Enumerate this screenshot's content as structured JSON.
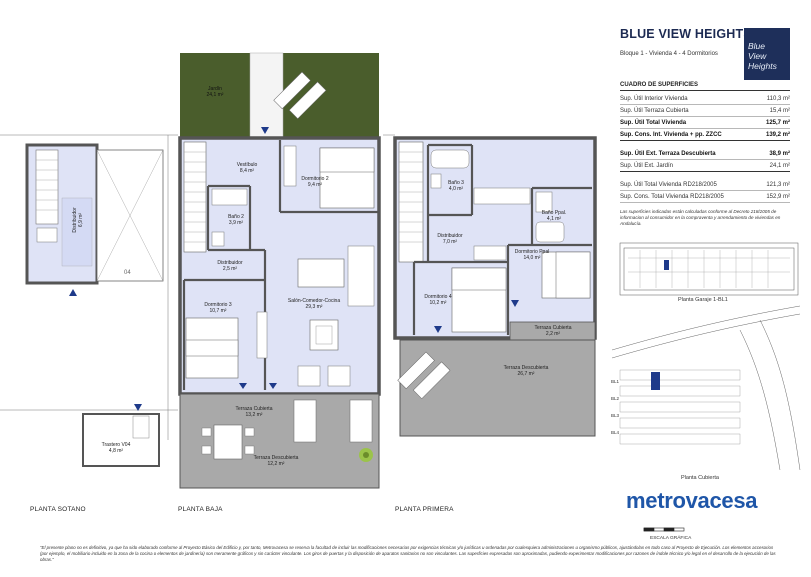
{
  "header": {
    "title": "BLUE VIEW HEIGHTS",
    "subtitle": "Bloque 1 - Vivienda 4 - 4 Dormitorios",
    "logo_lines": [
      "Blue",
      "View",
      "Heights"
    ]
  },
  "surfaces": {
    "heading": "CUADRO DE SUPERFICIES",
    "rows": [
      {
        "label": "Sup. Útil Interior Vivienda",
        "value": "110,3 m²"
      },
      {
        "label": "Sup. Útil Terraza Cubierta",
        "value": "15,4 m²"
      },
      {
        "label": "Sup. Útil Total Vivienda",
        "value": "125,7 m²"
      },
      {
        "label": "Sup. Cons. Int. Vivienda + pp. ZZCC",
        "value": "139,2 m²"
      },
      {
        "label": "Sup. Útil Ext. Terraza Descubierta",
        "value": "38,9 m²"
      },
      {
        "label": "Sup. Útil Ext. Jardín",
        "value": "24,1 m²"
      },
      {
        "label": "Sup. Útil Total Vivienda RD218/2005",
        "value": "121,3 m²"
      },
      {
        "label": "Sup. Cons. Total Vivienda RD218/2005",
        "value": "152,9 m²"
      }
    ],
    "note": "Las superficies indicadas están calculadas conforme al Decreto 218/2005 de informacion al consumidor en la compraventa y arrendamiento de viviendas en Andalucía."
  },
  "key_plans": {
    "garage_label": "Planta Garaje 1-BL1",
    "roof_label": "Planta Cubierta",
    "block_labels": [
      "BL1",
      "BL2",
      "BL3",
      "BL4"
    ]
  },
  "floors": {
    "sotano": "PLANTA SOTANO",
    "baja": "PLANTA BAJA",
    "primera": "PLANTA PRIMERA"
  },
  "rooms": {
    "distribuidor_s": {
      "name": "Distribuidor",
      "area": "6,9 m²"
    },
    "garage_num": "04",
    "trastero": {
      "name": "Trastero V04",
      "area": "4,8 m²"
    },
    "jardin": {
      "name": "Jardín",
      "area": "24,1 m²"
    },
    "vestibulo": {
      "name": "Vestíbulo",
      "area": "8,4 m²"
    },
    "dorm2": {
      "name": "Dormitorio 2",
      "area": "9,4 m²"
    },
    "bano2": {
      "name": "Baño 2",
      "area": "3,9 m²"
    },
    "distribuidor_b": {
      "name": "Distribuidor",
      "area": "2,5 m²"
    },
    "salon": {
      "name": "Salón-Comedor-Cocina",
      "area": "29,3 m²"
    },
    "dorm3": {
      "name": "Dormitorio 3",
      "area": "10,7 m²"
    },
    "terraza_cub_b": {
      "name": "Terraza Cubierta",
      "area": "13,2 m²"
    },
    "terraza_desc_b": {
      "name": "Terraza Descubierta",
      "area": "12,2 m²"
    },
    "bano3": {
      "name": "Baño 3",
      "area": "4,0 m²"
    },
    "bano_ppal": {
      "name": "Baño Ppal.",
      "area": "4,1 m²"
    },
    "distribuidor_p": {
      "name": "Distribuidor",
      "area": "7,0 m²"
    },
    "dorm_ppal": {
      "name": "Dormitorio Ppal",
      "area": "14,0 m²"
    },
    "dorm4": {
      "name": "Dormitorio 4",
      "area": "10,2 m²"
    },
    "terraza_cub_p": {
      "name": "Terraza Cubierta",
      "area": "2,2 m²"
    },
    "terraza_desc_p": {
      "name": "Terraza Descubierta",
      "area": "26,7 m²"
    }
  },
  "brand": "metrovacesa",
  "scale_label": "ESCALA GRÁFICA",
  "footer": "\"El presente plano no es definitivo, ya que ha sido elaborado conforme al Proyecto Básico del Edificio y, por tanto, Metrovacesa se reserva la facultad de incluir las modificaciones necesarias por exigencias técnicas y/o jurídicas u ordenadas por cualesquiera administraciones u organismo públicos, ajustándolas en todo caso al Proyecto de Ejecución. Los elementos accesorios (por ejemplo, el mobiliario incluido en la zona de la cocina o elementos de jardinería) son meramente gráficos y sin carácter vinculante. Los giros de puertas y la disposición de aparatos sanitarios no son vinculantes. Las superficies expresadas son aproximadas, pudiendo experimentar modificaciones por razones de índole técnico y/o legal en el desarrollo de la ejecución de las obras.\"",
  "colors": {
    "plan_fill": "#dfe3f6",
    "wall": "#555555",
    "terrace": "#a9a9a9",
    "garden": "#4a5d2c",
    "brand_blue": "#1f56a8",
    "marker_blue": "#1e3a8a"
  }
}
